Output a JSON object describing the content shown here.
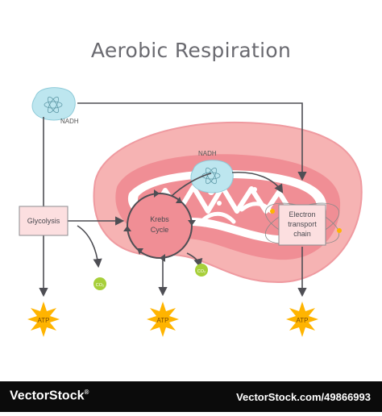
{
  "title": "Aerobic Respiration",
  "labels": {
    "nadh_top": "NADH",
    "nadh_mid": "NADH",
    "glycolysis": "Glycolysis",
    "krebs_line1": "Krebs",
    "krebs_line2": "Cycle",
    "etc_line1": "Electron",
    "etc_line2": "transport",
    "etc_line3": "chain",
    "co2_1": "CO₂",
    "co2_2": "CO₂",
    "atp_1": "ATP",
    "atp_2": "ATP",
    "atp_3": "ATP"
  },
  "footer": {
    "brand": "VectorStock",
    "brand_mark": "®",
    "url": "VectorStock.com/49866993"
  },
  "colors": {
    "mito_outer": "#f6b3b3",
    "mito_inner": "#f08e95",
    "cristae": "#ffffff",
    "nadh_blob": "#bde6ef",
    "co2_dot": "#a7cf3a",
    "atp_star": "#ffb400",
    "box_fill": "#fcdfe0",
    "arrow": "#4e4e54"
  }
}
